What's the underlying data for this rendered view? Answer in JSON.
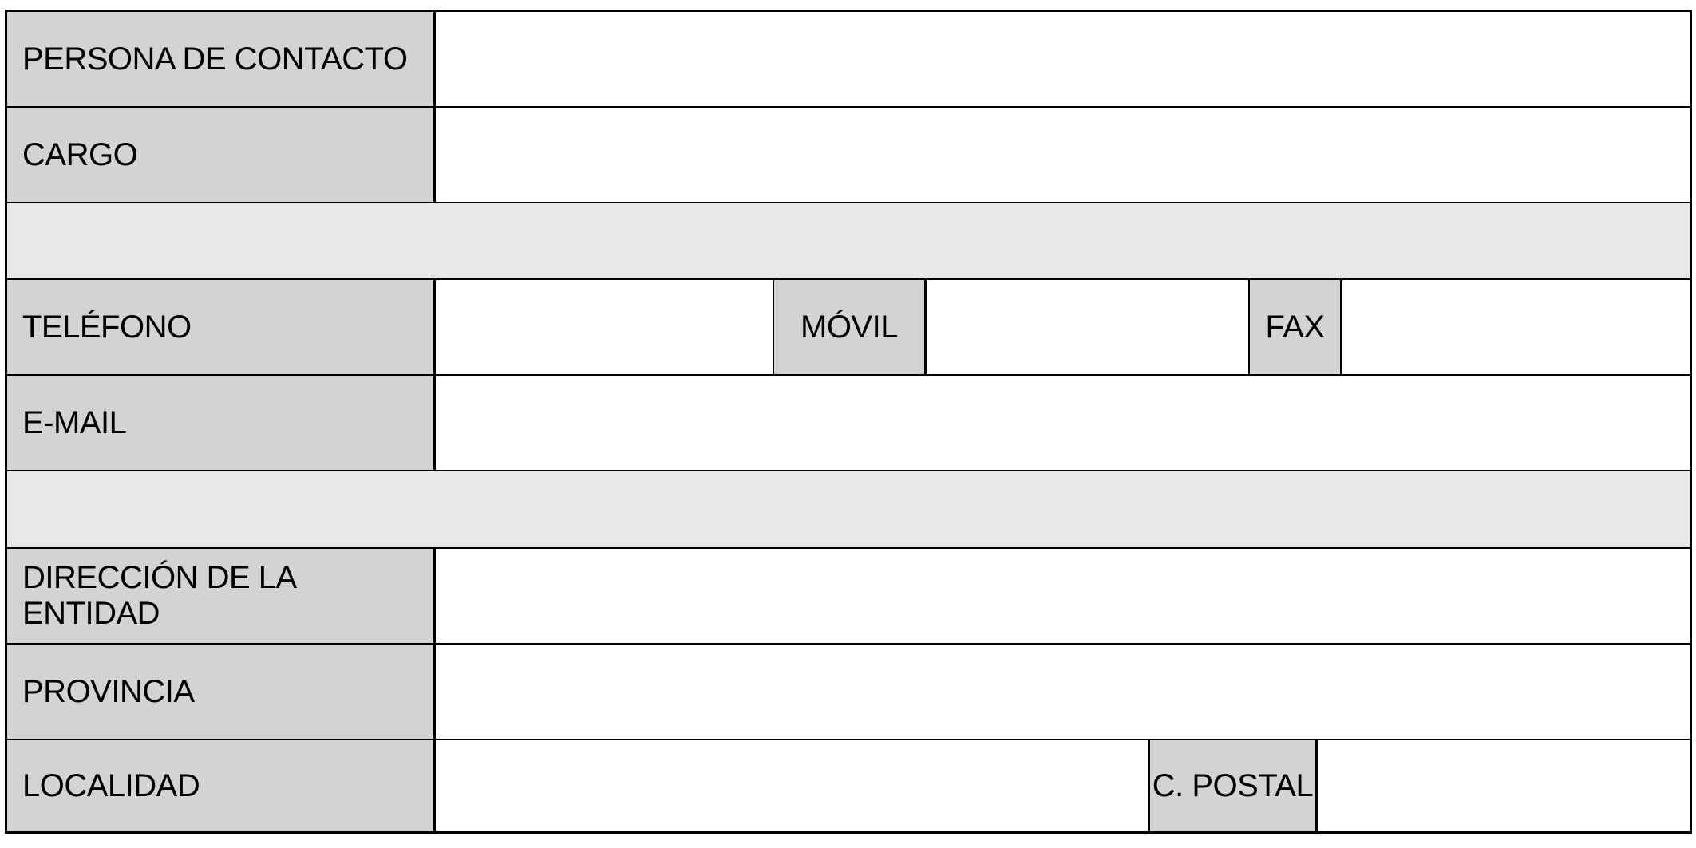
{
  "form": {
    "contact_person": {
      "label": "PERSONA DE CONTACTO",
      "value": ""
    },
    "position": {
      "label": "CARGO",
      "value": ""
    },
    "phone": {
      "label": "TELÉFONO",
      "value": ""
    },
    "mobile": {
      "label": "MÓVIL",
      "value": ""
    },
    "fax": {
      "label": "FAX",
      "value": ""
    },
    "email": {
      "label": "E-MAIL",
      "value": ""
    },
    "address": {
      "label": "DIRECCIÓN DE LA ENTIDAD",
      "value": ""
    },
    "province": {
      "label": "PROVINCIA",
      "value": ""
    },
    "locality": {
      "label": "LOCALIDAD",
      "value": ""
    },
    "postal_code": {
      "label": "C. POSTAL",
      "value": ""
    }
  },
  "colors": {
    "label_bg": "#d3d3d3",
    "separator_bg": "#e8e8e8",
    "border": "#000000"
  }
}
